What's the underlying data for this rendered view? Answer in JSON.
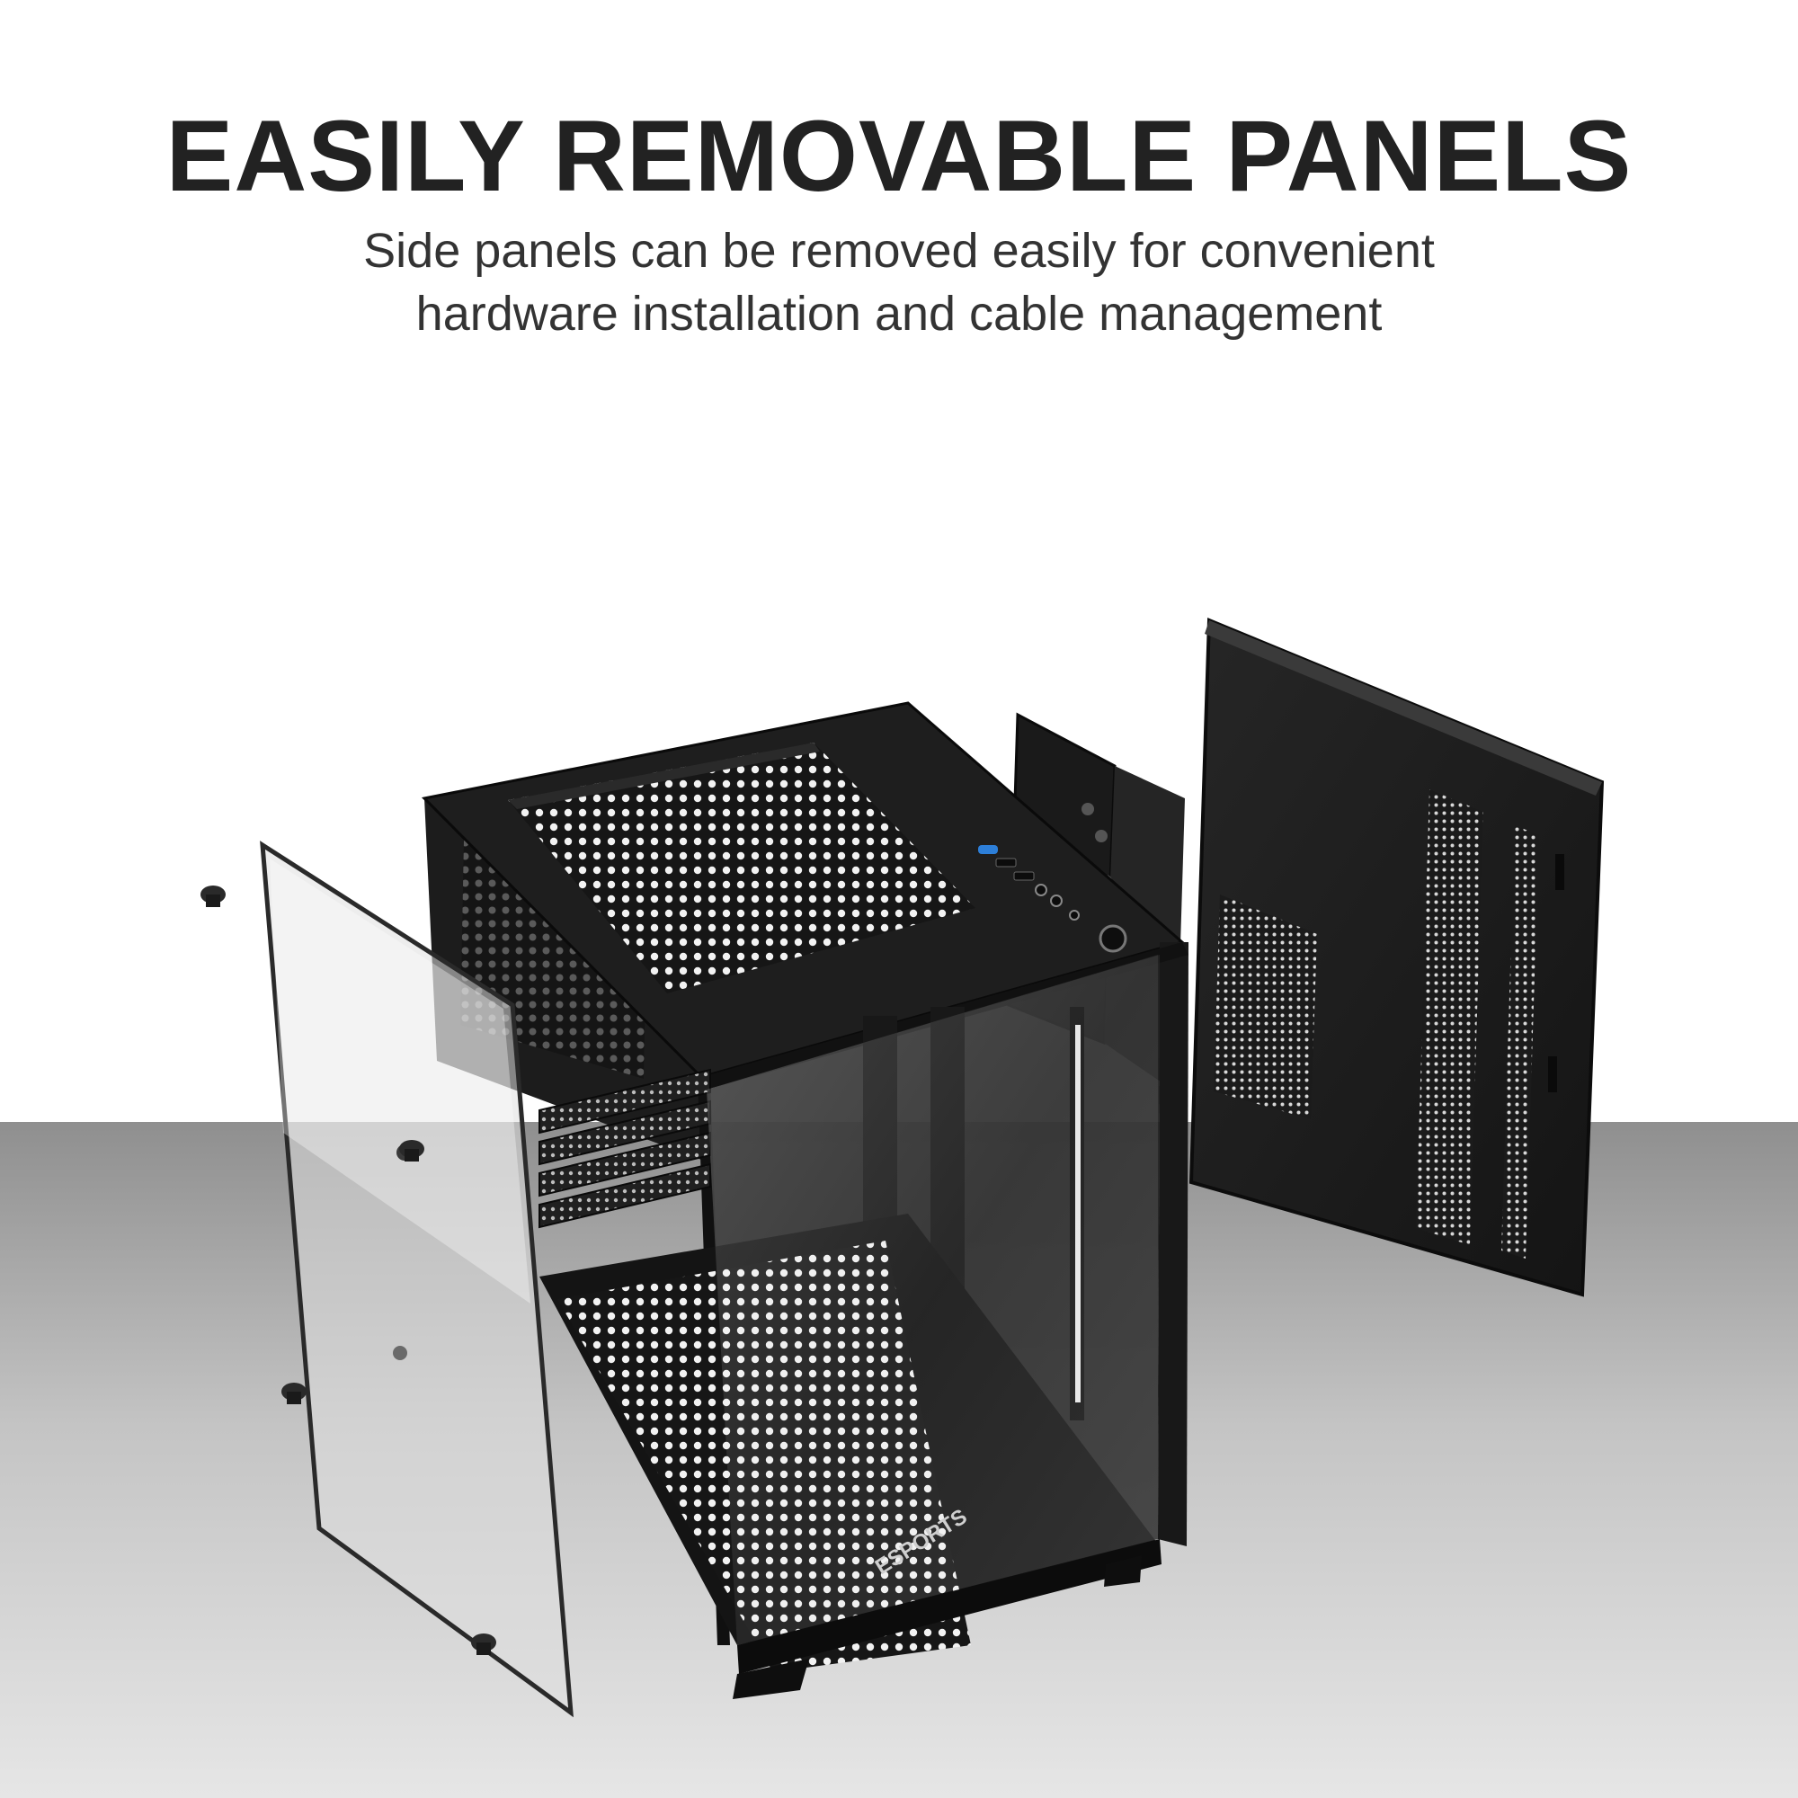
{
  "header": {
    "headline": "EASILY REMOVABLE PANELS",
    "subline_1": "Side panels can be removed easily for convenient",
    "subline_2": "hardware installation and cable management"
  },
  "product": {
    "brand_mark": "ESPORTS"
  },
  "colors": {
    "background_top": "#ffffff",
    "floor_top": "#8f8f8f",
    "floor_bottom": "#e6e6e6",
    "case_body": "#1e1e1e",
    "headline_text": "#222222",
    "usb_accent": "#2d7fd9"
  }
}
